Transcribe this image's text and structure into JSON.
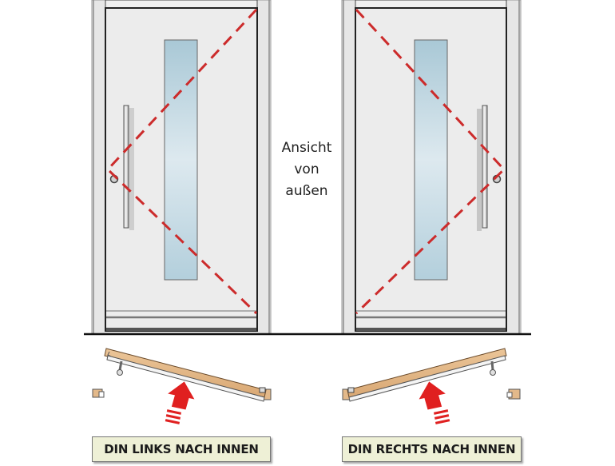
{
  "center_caption": {
    "line1": "Ansicht",
    "line2": "von",
    "line3": "außen"
  },
  "doors": [
    {
      "id": "left",
      "hinge_side": "right",
      "handle_side": "left",
      "label": "DIN LINKS NACH INNEN"
    },
    {
      "id": "right",
      "hinge_side": "left",
      "handle_side": "right",
      "label": "DIN RECHTS NACH INNEN"
    }
  ],
  "colors": {
    "frame": "#e6e6e6",
    "door_leaf": "#eeeeee",
    "glass": "#b9d3df",
    "dashed_line": "#cc2b2b",
    "wood": "#e3b98a",
    "arrow": "#e02020",
    "label_bg": "#eef0d6"
  }
}
